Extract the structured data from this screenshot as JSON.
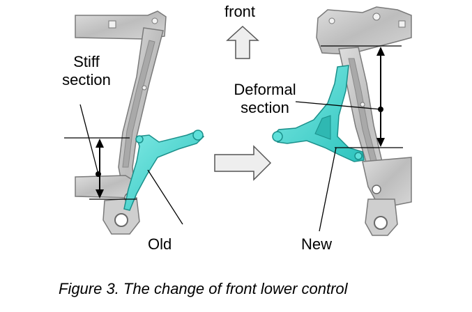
{
  "labels": {
    "front": "front",
    "stiff_line1": "Stiff",
    "stiff_line2": "section",
    "deformal_line1": "Deformal",
    "deformal_line2": "section",
    "old": "Old",
    "new": "New"
  },
  "caption": "Figure 3. The change of front lower control",
  "colors": {
    "arm": "#3fd6d0",
    "arm_edge": "#1a8f8a",
    "frame": "#c9c9c9",
    "frame_dark": "#8e8e8e",
    "arrow_fill": "#eeeeee",
    "arrow_edge": "#555555"
  }
}
